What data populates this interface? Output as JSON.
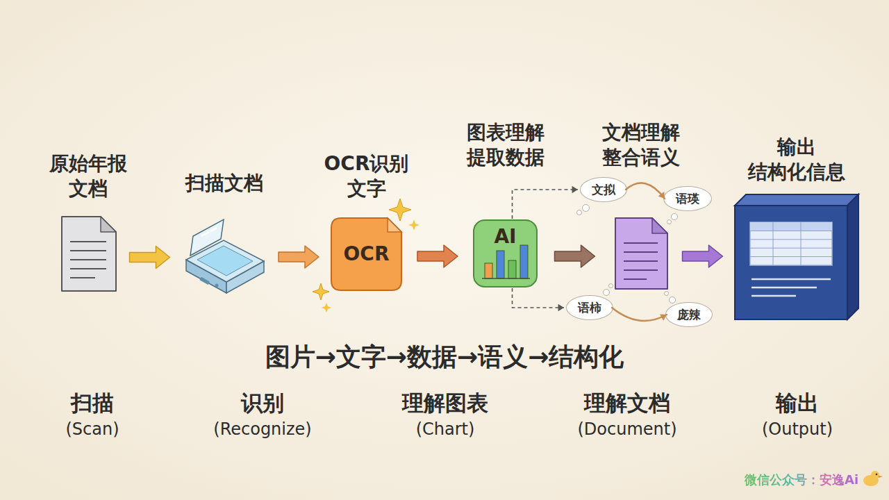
{
  "diagram": {
    "nodes": [
      {
        "text": [
          "原始年报 文档"
        ]
      },
      {
        "text": [
          "扫描文档"
        ]
      },
      {
        "text": [
          "OCR识别 文字",
          "OCR"
        ]
      },
      {
        "text": [
          "图表理解 提取数据",
          "AI"
        ]
      },
      {
        "text": [
          "文档理解 整合语义"
        ]
      },
      {
        "text": [
          "输出 结构化信息"
        ]
      },
      {
        "text": [
          "文拟"
        ]
      },
      {
        "text": [
          "语瑛"
        ]
      },
      {
        "text": [
          "语柿"
        ]
      },
      {
        "text": [
          "庞辣"
        ]
      }
    ],
    "edges": [
      {
        "from": 0,
        "to": 1,
        "arrow": "to"
      },
      {
        "from": 1,
        "to": 2,
        "arrow": "to"
      },
      {
        "from": 2,
        "to": 3,
        "arrow": "to"
      },
      {
        "from": 3,
        "to": 4,
        "arrow": "to"
      },
      {
        "from": 4,
        "to": 5,
        "arrow": "to"
      },
      {
        "from": 3,
        "to": 6,
        "arrow": "to"
      },
      {
        "from": 3,
        "to": 8,
        "arrow": "to"
      },
      {
        "from": 6,
        "to": 7,
        "arrow": "to"
      },
      {
        "from": 8,
        "to": 9,
        "arrow": "to"
      }
    ],
    "labels": [
      "图片→文字→数据→语义→结构化",
      "扫描",
      "(Scan)",
      "识别",
      "(Recognize)",
      "理解图表",
      "(Chart)",
      "理解文档",
      "(Document)",
      "输出",
      "(Output)",
      "微信公众号：安逸Ai"
    ]
  }
}
